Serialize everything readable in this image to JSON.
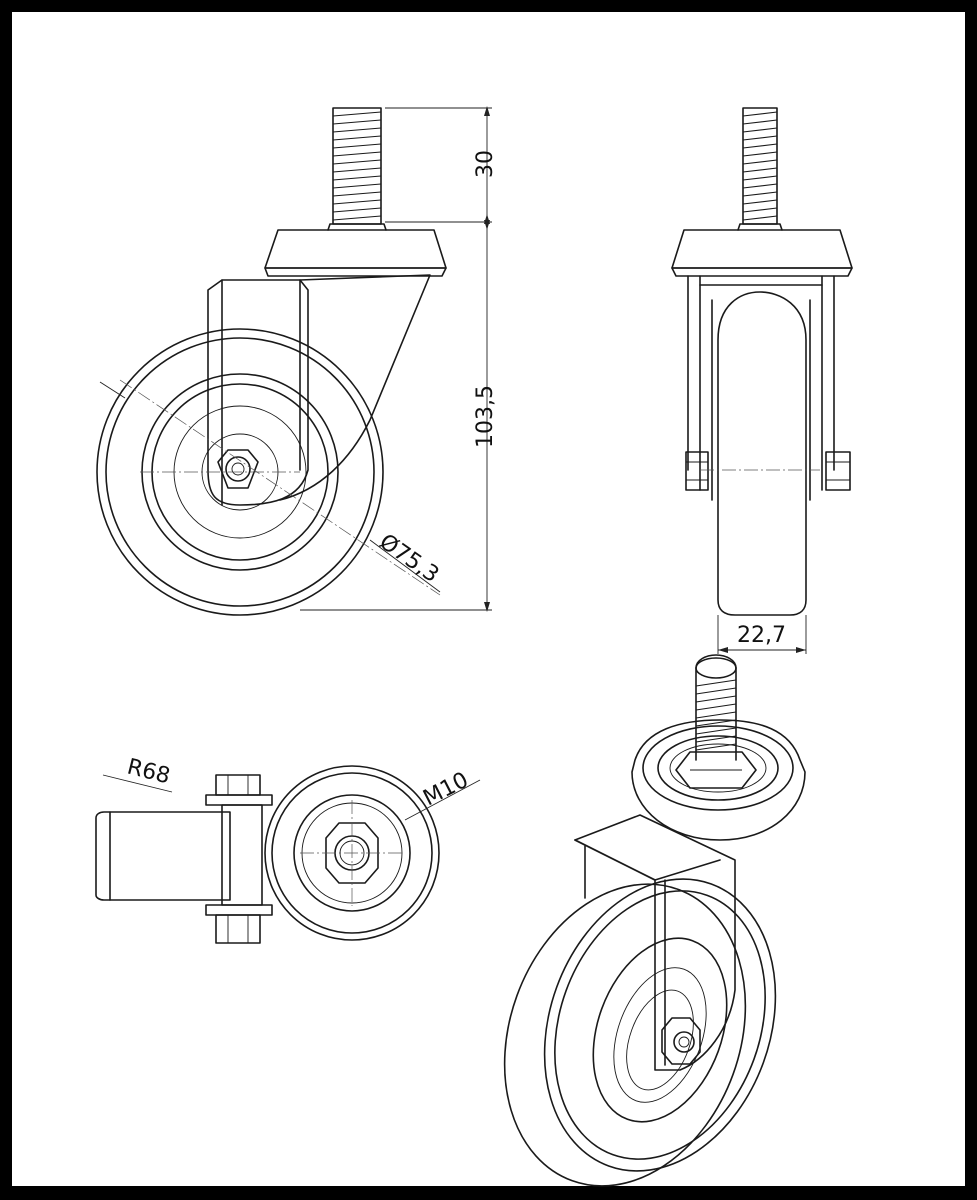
{
  "dimensions": {
    "stud_length": "30",
    "total_height": "103,5",
    "wheel_diameter": "Ø75,3",
    "wheel_width": "22,7",
    "swivel_radius": "R68",
    "thread": "M10"
  }
}
